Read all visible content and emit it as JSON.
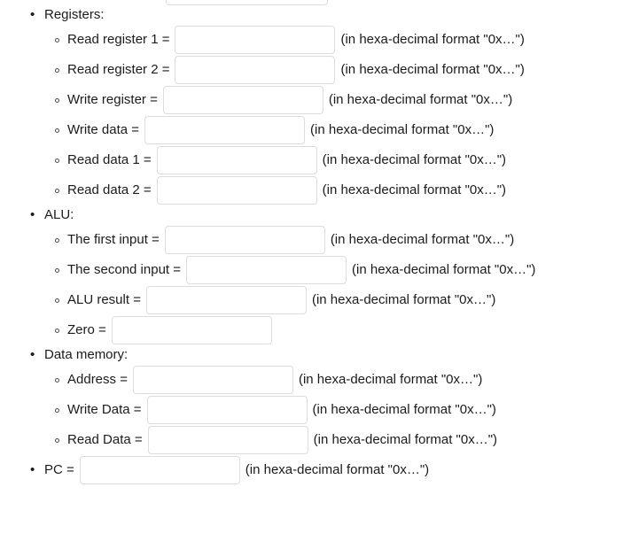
{
  "page": {
    "background": "#ffffff",
    "text_color": "#1b1b1b",
    "field_border_color": "#dcdcdc",
    "hint_text": "(in hexa-decimal format \"0x…\")"
  },
  "clipped_field": {
    "name": "partially-visible-field-above",
    "value": "",
    "placeholder": ""
  },
  "sections": [
    {
      "id": "registers",
      "label": "Registers:",
      "rows": [
        {
          "id": "read-register-1",
          "label": "Read register 1 =",
          "value": "",
          "placeholder": "",
          "hint": "(in hexa-decimal format \"0x…\")"
        },
        {
          "id": "read-register-2",
          "label": "Read register 2 =",
          "value": "",
          "placeholder": "",
          "hint": "(in hexa-decimal format \"0x…\")"
        },
        {
          "id": "write-register",
          "label": "Write register =",
          "value": "",
          "placeholder": "",
          "hint": "(in hexa-decimal format \"0x…\")"
        },
        {
          "id": "write-data",
          "label": "Write data =",
          "value": "",
          "placeholder": "",
          "hint": "(in hexa-decimal format \"0x…\")"
        },
        {
          "id": "read-data-1",
          "label": "Read data 1 =",
          "value": "",
          "placeholder": "",
          "hint": "(in hexa-decimal format \"0x…\")"
        },
        {
          "id": "read-data-2",
          "label": "Read data 2 =",
          "value": "",
          "placeholder": "",
          "hint": "(in hexa-decimal format \"0x…\")"
        }
      ]
    },
    {
      "id": "alu",
      "label": "ALU:",
      "rows": [
        {
          "id": "first-input",
          "label": "The first input =",
          "value": "",
          "placeholder": "",
          "hint": "(in hexa-decimal format \"0x…\")"
        },
        {
          "id": "second-input",
          "label": "The second input =",
          "value": "",
          "placeholder": "",
          "hint": "(in hexa-decimal format \"0x…\")"
        },
        {
          "id": "alu-result",
          "label": "ALU result =",
          "value": "",
          "placeholder": "",
          "hint": "(in hexa-decimal format \"0x…\")"
        },
        {
          "id": "zero",
          "label": "Zero =",
          "value": "",
          "placeholder": "",
          "hint": ""
        }
      ]
    },
    {
      "id": "data-memory",
      "label": "Data memory:",
      "rows": [
        {
          "id": "address",
          "label": "Address =",
          "value": "",
          "placeholder": "",
          "hint": "(in hexa-decimal format \"0x…\")"
        },
        {
          "id": "write-data",
          "label": "Write Data =",
          "value": "",
          "placeholder": "",
          "hint": "(in hexa-decimal format \"0x…\")"
        },
        {
          "id": "read-data",
          "label": "Read Data =",
          "value": "",
          "placeholder": "",
          "hint": "(in hexa-decimal format \"0x…\")"
        }
      ]
    }
  ],
  "toplevel_rows": [
    {
      "id": "pc",
      "label": "PC =",
      "value": "",
      "placeholder": "",
      "hint": "(in hexa-decimal format \"0x…\")"
    }
  ]
}
